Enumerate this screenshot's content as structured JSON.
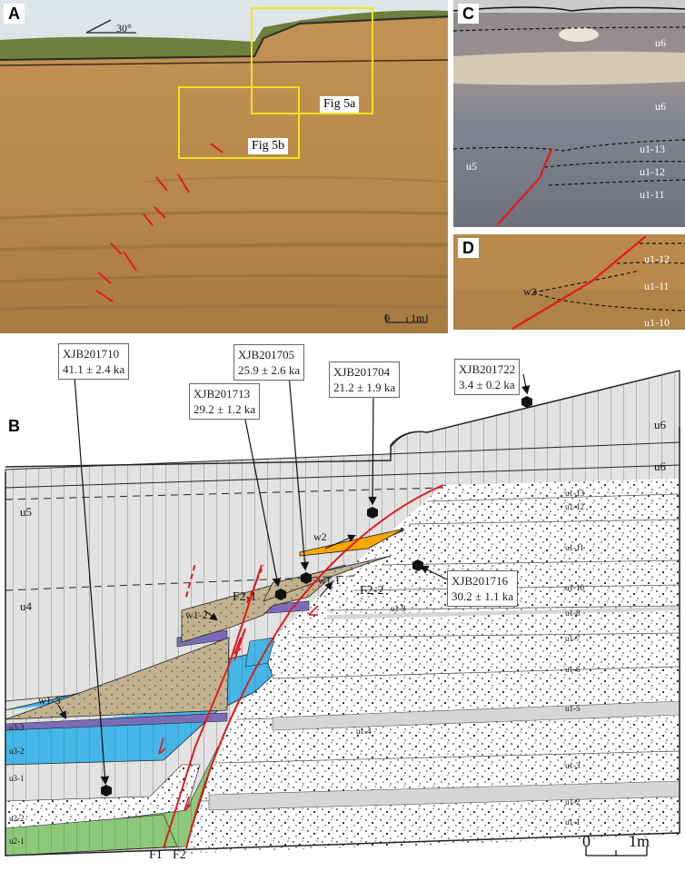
{
  "panels": {
    "a": "A",
    "b": "B",
    "c": "C",
    "d": "D"
  },
  "photo_a": {
    "angle_label": "30°",
    "fig5a": "Fig 5a",
    "fig5b": "Fig 5b",
    "scale_zero": "0",
    "scale_len": "1m"
  },
  "photo_c": {
    "u6_top": "u6",
    "u6_mid": "u6",
    "u5": "u5",
    "u1_13": "u1-13",
    "u1_12": "u1-12",
    "u1_11": "u1-11"
  },
  "photo_d": {
    "u1_12": "u1-12",
    "u1_11": "u1-11",
    "u1_10": "u1-10",
    "w2": "w2"
  },
  "samples": [
    {
      "id": "XJB201710",
      "age": "41.1 ± 2.4 ka"
    },
    {
      "id": "XJB201705",
      "age": "25.9 ± 2.6 ka"
    },
    {
      "id": "XJB201704",
      "age": "21.2 ± 1.9 ka"
    },
    {
      "id": "XJB201722",
      "age": "3.4 ± 0.2 ka"
    },
    {
      "id": "XJB201713",
      "age": "29.2 ± 1.2 ka"
    },
    {
      "id": "XJB201716",
      "age": "30.2 ± 1.1 ka"
    }
  ],
  "section_b": {
    "units": {
      "u6_right": "u6",
      "u6_left": "u6",
      "u5": "u5",
      "u4": "u4",
      "u3_3": "u3-3",
      "u3_2": "u3-2",
      "u3_1": "u3-1",
      "u2_2": "u2-2",
      "u2_1": "u2-1",
      "u1_13": "u1-13",
      "u1_12": "u1-12",
      "u1_11": "u1-11",
      "u1_10": "u1-10",
      "u1_9": "u1-9",
      "u1_8": "u1-8",
      "u1_7": "u1-7",
      "u1_6": "u1-6",
      "u1_5": "u1-5",
      "u1_4": "u1-4",
      "u1_3": "u1-3",
      "u1_2": "u1-2",
      "u1_1": "u1-1"
    },
    "wedges": {
      "w2": "w2",
      "w1_1": "w1-1",
      "w1_2": "w1-2",
      "w1_3": "w1-3"
    },
    "faults": {
      "f2_1": "F2-1",
      "f2_2": "F2-2",
      "f1": "F1",
      "f2": "F2"
    },
    "scale_zero": "0",
    "scale_len": "1m"
  },
  "colors": {
    "sand_photo": "#b98a4c",
    "wedge_tan": "#c2b28f",
    "blue_layer": "#45b6e8",
    "green_layer": "#8dc87a",
    "purple_layer": "#7b6cb8",
    "orange_wedge": "#f5a800",
    "fault_red": "#e01a1a",
    "loess_grey": "#e2e2e2",
    "fig_box_yellow": "#f4e41c"
  }
}
